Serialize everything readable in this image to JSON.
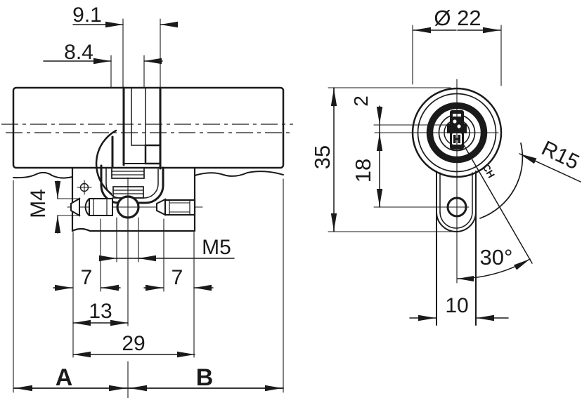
{
  "style": {
    "ink": "#1a1a1a",
    "paper": "#ffffff"
  },
  "side_view": {
    "dims": {
      "d91": "9.1",
      "d84": "8.4",
      "m4": "M4",
      "m5": "M5",
      "d7_left": "7",
      "d7_right": "7",
      "d13": "13",
      "d29": "29",
      "len_a": "A",
      "len_b": "B"
    }
  },
  "front_view": {
    "dims": {
      "dia": "Ø 22",
      "d2": "2",
      "d35": "35",
      "d18": "18",
      "r15": "R15",
      "angle": "30°",
      "d10": "10"
    },
    "marking": "CH"
  }
}
